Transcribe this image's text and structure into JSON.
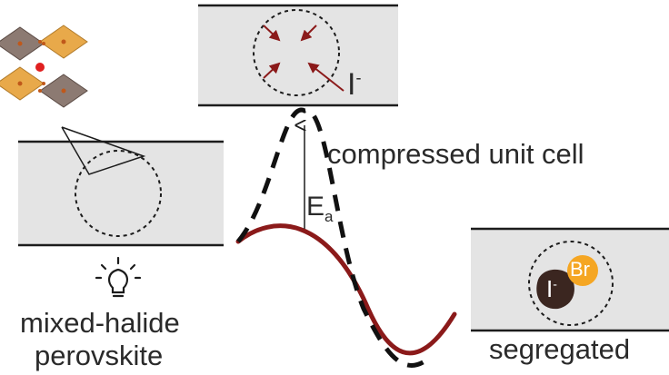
{
  "labels": {
    "iodide_ion": "I",
    "iodide_charge": "-",
    "compressed": "compressed unit cell",
    "activation_energy": "E",
    "activation_subscript": "a",
    "mixed_halide_line1": "mixed-halide",
    "mixed_halide_line2": "perovskite",
    "segregated": "segregated",
    "segregated_iodide": "I",
    "segregated_iodide_charge": "-",
    "segregated_bromide": "Br"
  },
  "colors": {
    "band_fill": "#e4e4e4",
    "band_line": "#1c1c1c",
    "dark_red": "#8b1a1a",
    "iodide_blob": "#3b2620",
    "bromide_blob": "#f5a623",
    "octahedron_gold": "#e8a94a",
    "octahedron_gray": "#8c7a72",
    "cation_red": "#e02020"
  },
  "icons": {
    "light": "lightbulb-icon",
    "structure": "perovskite-octahedra-icon"
  }
}
